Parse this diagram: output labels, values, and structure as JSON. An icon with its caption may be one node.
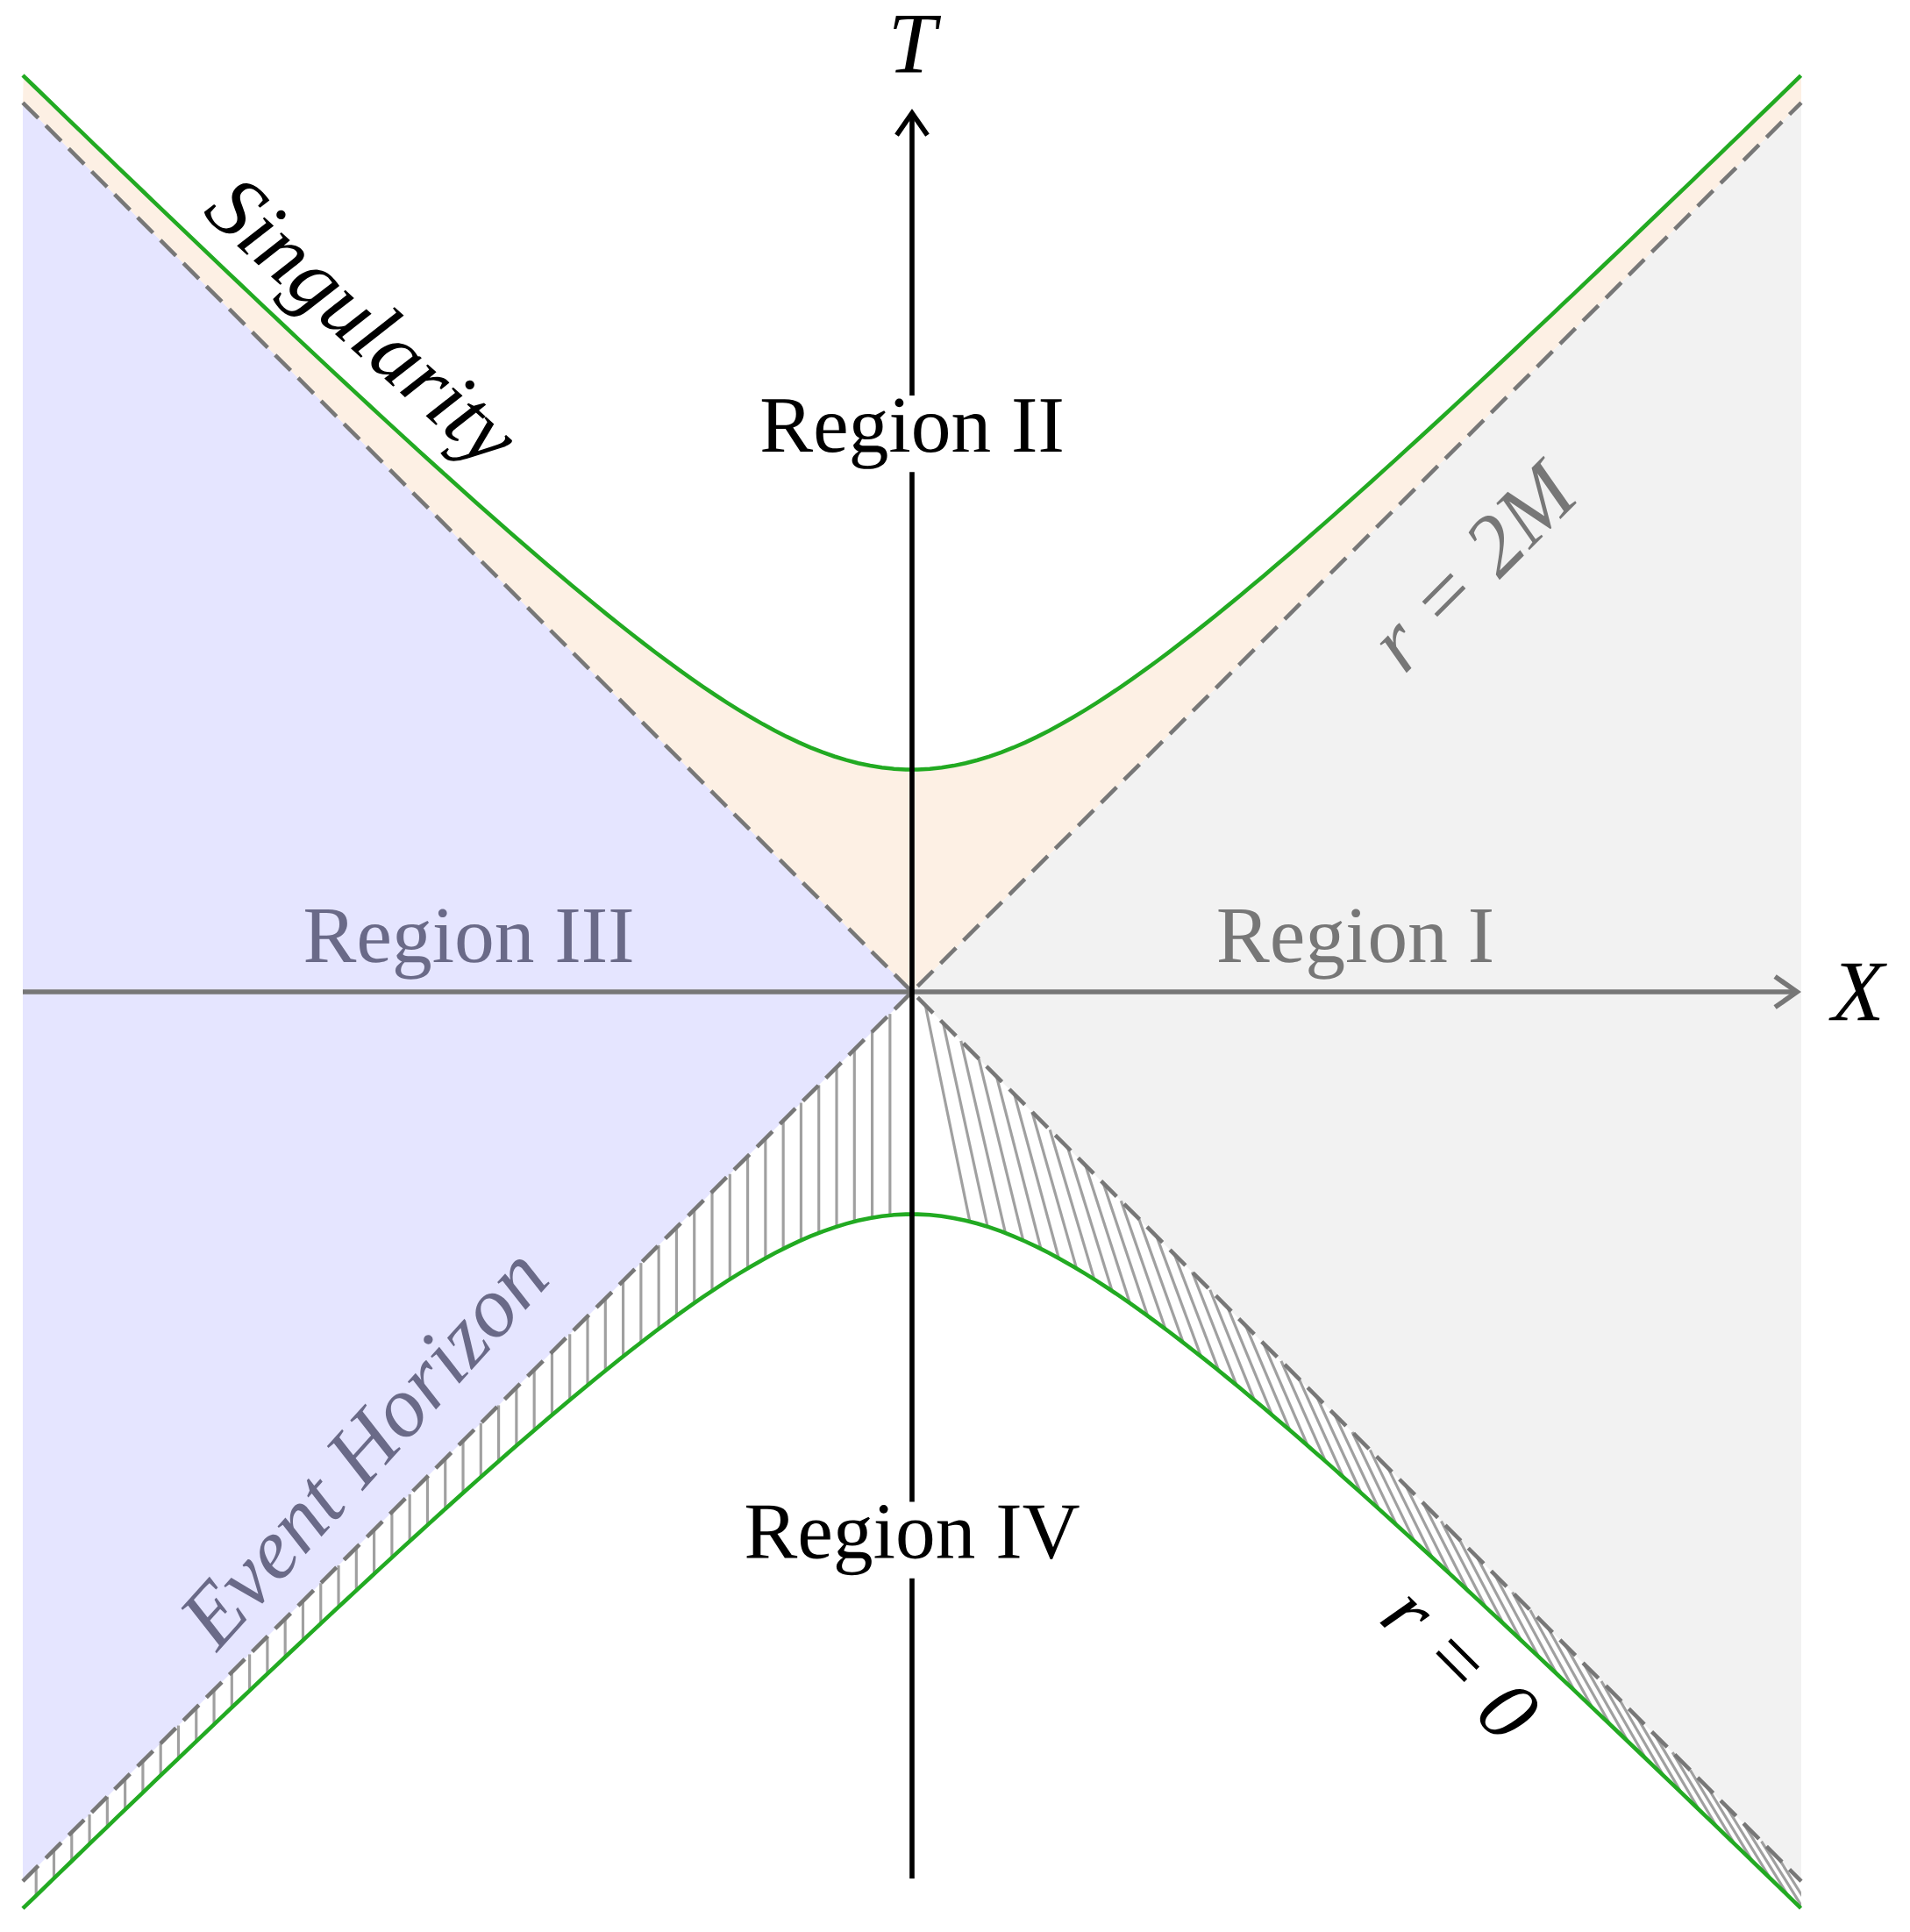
{
  "diagram": {
    "labels": [
      "T",
      "Singularity",
      "Region II",
      "r = 2M",
      "Region III",
      "Region I",
      "X",
      "Event Horizon",
      "Region IV",
      "r = 0"
    ]
  }
}
